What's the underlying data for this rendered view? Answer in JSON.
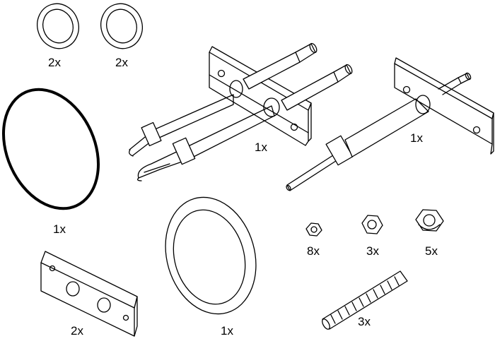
{
  "parts": {
    "small_washer_a": {
      "quantity": "2x"
    },
    "small_washer_b": {
      "quantity": "2x"
    },
    "double_electrode": {
      "quantity": "1x"
    },
    "single_electrode": {
      "quantity": "1x"
    },
    "o_ring": {
      "quantity": "1x"
    },
    "nut_small": {
      "quantity": "8x"
    },
    "nut_medium": {
      "quantity": "3x"
    },
    "nut_large": {
      "quantity": "5x"
    },
    "mounting_plate": {
      "quantity": "2x"
    },
    "flat_gasket": {
      "quantity": "1x"
    },
    "threaded_stud": {
      "quantity": "3x"
    }
  },
  "colors": {
    "line": "#000000",
    "background": "#ffffff"
  }
}
